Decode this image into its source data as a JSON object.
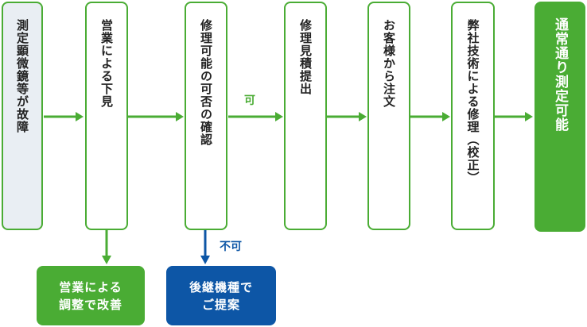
{
  "steps": [
    {
      "label": "測定顕微鏡等が故障"
    },
    {
      "label": "営業による下見"
    },
    {
      "label": "修理可能の可否の確認"
    },
    {
      "label": "修理見積提出"
    },
    {
      "label": "お客様から注文"
    },
    {
      "label": "弊社技術による修理（校正）"
    },
    {
      "label": "通常通り測定可能"
    }
  ],
  "branches": {
    "yes_label": "可",
    "no_label": "不可",
    "improve": "営業による\n調整で改善",
    "successor": "後継機種で\nご提案"
  },
  "colors": {
    "green": "#4aac34",
    "blue": "#0d56a6",
    "first_fill": "#e9eef3"
  }
}
